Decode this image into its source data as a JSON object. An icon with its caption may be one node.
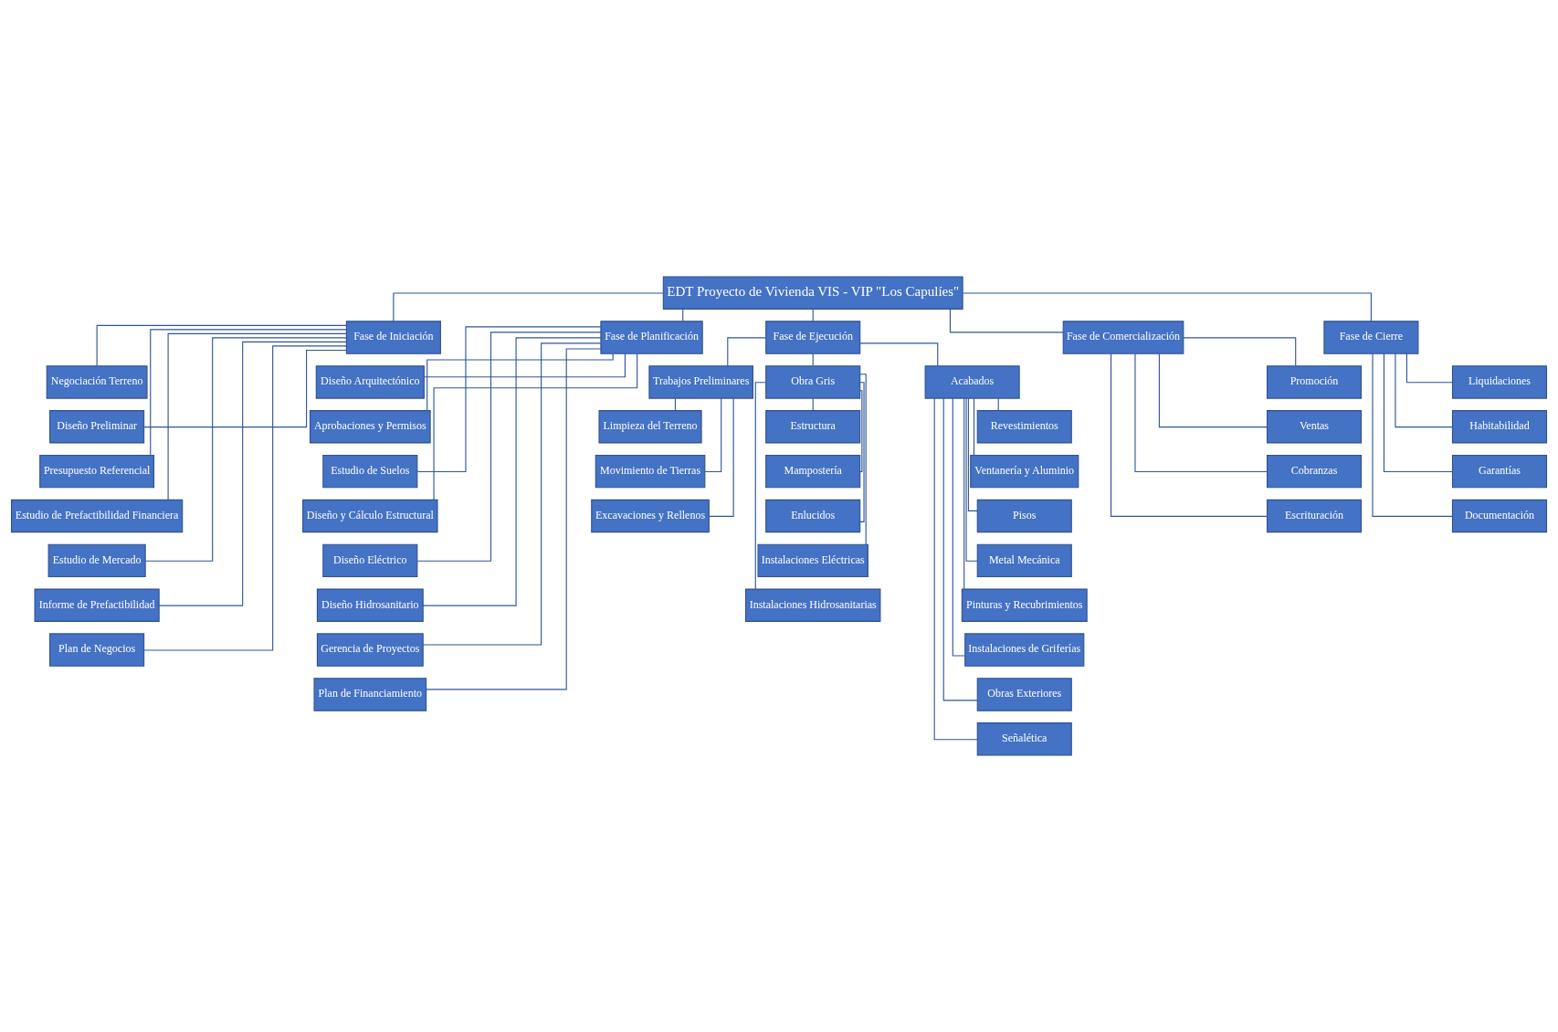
{
  "diagram": {
    "nodes": [
      {
        "text": [
          "EDT Proyecto de Vivienda VIS - VIP \"Los Capulíes\""
        ]
      },
      {
        "text": [
          "Fase de Iniciación"
        ]
      },
      {
        "text": [
          "Negociación Terreno"
        ]
      },
      {
        "text": [
          "Diseño Preliminar"
        ]
      },
      {
        "text": [
          "Presupuesto Referencial"
        ]
      },
      {
        "text": [
          "Estudio de Prefactibilidad Financiera"
        ]
      },
      {
        "text": [
          "Estudio de Mercado"
        ]
      },
      {
        "text": [
          "Informe de Prefactibilidad"
        ]
      },
      {
        "text": [
          "Plan de Negocios"
        ]
      },
      {
        "text": [
          "Fase de Planificación"
        ]
      },
      {
        "text": [
          "Diseño Arquitectónico"
        ]
      },
      {
        "text": [
          "Aprobaciones y Permisos"
        ]
      },
      {
        "text": [
          "Estudio de Suelos"
        ]
      },
      {
        "text": [
          "Diseño y Cálculo Estructural"
        ]
      },
      {
        "text": [
          "Diseño Eléctrico"
        ]
      },
      {
        "text": [
          "Diseño Hidrosanitario"
        ]
      },
      {
        "text": [
          "Gerencia de Proyectos"
        ]
      },
      {
        "text": [
          "Plan de Financiamiento"
        ]
      },
      {
        "text": [
          "Fase de Ejecución"
        ]
      },
      {
        "text": [
          "Trabajos Preliminares"
        ]
      },
      {
        "text": [
          "Limpieza del Terreno"
        ]
      },
      {
        "text": [
          "Movimiento de Tierras"
        ]
      },
      {
        "text": [
          "Excavaciones y Rellenos"
        ]
      },
      {
        "text": [
          "Obra Gris"
        ]
      },
      {
        "text": [
          "Estructura"
        ]
      },
      {
        "text": [
          "Mampostería"
        ]
      },
      {
        "text": [
          "Enlucidos"
        ]
      },
      {
        "text": [
          "Instalaciones Eléctricas"
        ]
      },
      {
        "text": [
          "Instalaciones Hidrosanitarias"
        ]
      },
      {
        "text": [
          "Acabados"
        ]
      },
      {
        "text": [
          "Revestimientos"
        ]
      },
      {
        "text": [
          "Ventanería y Aluminio"
        ]
      },
      {
        "text": [
          "Pisos"
        ]
      },
      {
        "text": [
          "Metal Mecánica"
        ]
      },
      {
        "text": [
          "Pinturas y Recubrimientos"
        ]
      },
      {
        "text": [
          "Instalaciones de Griferías"
        ]
      },
      {
        "text": [
          "Obras Exteriores"
        ]
      },
      {
        "text": [
          "Señalética"
        ]
      },
      {
        "text": [
          "Fase de Comercialización"
        ]
      },
      {
        "text": [
          "Promoción"
        ]
      },
      {
        "text": [
          "Ventas"
        ]
      },
      {
        "text": [
          "Cobranzas"
        ]
      },
      {
        "text": [
          "Escrituración"
        ]
      },
      {
        "text": [
          "Fase de Cierre"
        ]
      },
      {
        "text": [
          "Liquidaciones"
        ]
      },
      {
        "text": [
          "Habitabilidad"
        ]
      },
      {
        "text": [
          "Garantías"
        ]
      },
      {
        "text": [
          "Documentación"
        ]
      }
    ],
    "edges": [
      {
        "from": 0,
        "to": 1,
        "arrow": "none"
      },
      {
        "from": 0,
        "to": 9,
        "arrow": "none"
      },
      {
        "from": 0,
        "to": 18,
        "arrow": "none"
      },
      {
        "from": 0,
        "to": 38,
        "arrow": "none"
      },
      {
        "from": 0,
        "to": 43,
        "arrow": "none"
      },
      {
        "from": 1,
        "to": 2,
        "arrow": "none"
      },
      {
        "from": 1,
        "to": 3,
        "arrow": "none"
      },
      {
        "from": 1,
        "to": 4,
        "arrow": "none"
      },
      {
        "from": 1,
        "to": 5,
        "arrow": "none"
      },
      {
        "from": 1,
        "to": 6,
        "arrow": "none"
      },
      {
        "from": 1,
        "to": 7,
        "arrow": "none"
      },
      {
        "from": 1,
        "to": 8,
        "arrow": "none"
      },
      {
        "from": 9,
        "to": 10,
        "arrow": "none"
      },
      {
        "from": 9,
        "to": 11,
        "arrow": "none"
      },
      {
        "from": 9,
        "to": 12,
        "arrow": "none"
      },
      {
        "from": 9,
        "to": 13,
        "arrow": "none"
      },
      {
        "from": 9,
        "to": 14,
        "arrow": "none"
      },
      {
        "from": 9,
        "to": 15,
        "arrow": "none"
      },
      {
        "from": 9,
        "to": 16,
        "arrow": "none"
      },
      {
        "from": 9,
        "to": 17,
        "arrow": "none"
      },
      {
        "from": 18,
        "to": 19,
        "arrow": "none"
      },
      {
        "from": 18,
        "to": 23,
        "arrow": "none"
      },
      {
        "from": 18,
        "to": 29,
        "arrow": "none"
      },
      {
        "from": 19,
        "to": 20,
        "arrow": "none"
      },
      {
        "from": 19,
        "to": 21,
        "arrow": "none"
      },
      {
        "from": 19,
        "to": 22,
        "arrow": "none"
      },
      {
        "from": 23,
        "to": 24,
        "arrow": "none"
      },
      {
        "from": 23,
        "to": 25,
        "arrow": "none"
      },
      {
        "from": 23,
        "to": 26,
        "arrow": "none"
      },
      {
        "from": 23,
        "to": 27,
        "arrow": "none"
      },
      {
        "from": 23,
        "to": 28,
        "arrow": "none"
      },
      {
        "from": 29,
        "to": 30,
        "arrow": "none"
      },
      {
        "from": 29,
        "to": 31,
        "arrow": "none"
      },
      {
        "from": 29,
        "to": 32,
        "arrow": "none"
      },
      {
        "from": 29,
        "to": 33,
        "arrow": "none"
      },
      {
        "from": 29,
        "to": 34,
        "arrow": "none"
      },
      {
        "from": 29,
        "to": 35,
        "arrow": "none"
      },
      {
        "from": 29,
        "to": 36,
        "arrow": "none"
      },
      {
        "from": 29,
        "to": 37,
        "arrow": "none"
      },
      {
        "from": 38,
        "to": 39,
        "arrow": "none"
      },
      {
        "from": 38,
        "to": 40,
        "arrow": "none"
      },
      {
        "from": 38,
        "to": 41,
        "arrow": "none"
      },
      {
        "from": 38,
        "to": 42,
        "arrow": "none"
      },
      {
        "from": 43,
        "to": 44,
        "arrow": "none"
      },
      {
        "from": 43,
        "to": 45,
        "arrow": "none"
      },
      {
        "from": 43,
        "to": 46,
        "arrow": "none"
      },
      {
        "from": 43,
        "to": 47,
        "arrow": "none"
      }
    ]
  }
}
